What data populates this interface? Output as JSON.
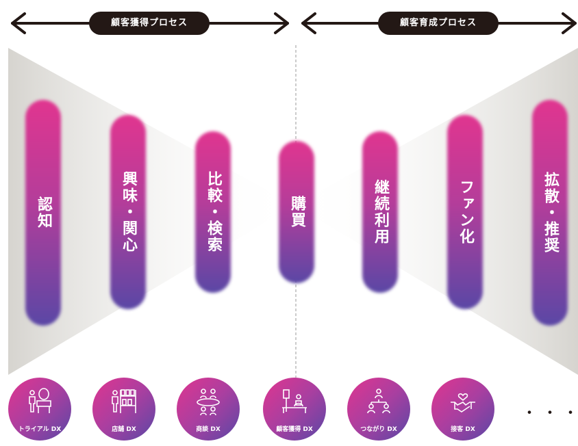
{
  "header": {
    "acquisition_label": "顧客獲得プロセス",
    "nurturing_label": "顧客育成プロセス"
  },
  "stages": [
    {
      "label": "認知"
    },
    {
      "label": "興味・関心"
    },
    {
      "label": "比較・検索"
    },
    {
      "label": "購買"
    },
    {
      "label": "継続利用"
    },
    {
      "label": "ファン化"
    },
    {
      "label": "拡散・推奨"
    }
  ],
  "dx_items": [
    {
      "label": "トライアル DX",
      "icon": "mirror-person-icon"
    },
    {
      "label": "店舗 DX",
      "icon": "store-shelf-icon"
    },
    {
      "label": "商談 DX",
      "icon": "meeting-table-icon"
    },
    {
      "label": "顧客獲得 DX",
      "icon": "counter-person-icon"
    },
    {
      "label": "つながり DX",
      "icon": "network-people-icon"
    },
    {
      "label": "接客 DX",
      "icon": "handshake-heart-icon"
    }
  ],
  "more": "・・・",
  "colors": {
    "pink": "#e0358f",
    "purple": "#5a47a5",
    "dark": "#231815",
    "funnel": "#d6d4cf"
  }
}
